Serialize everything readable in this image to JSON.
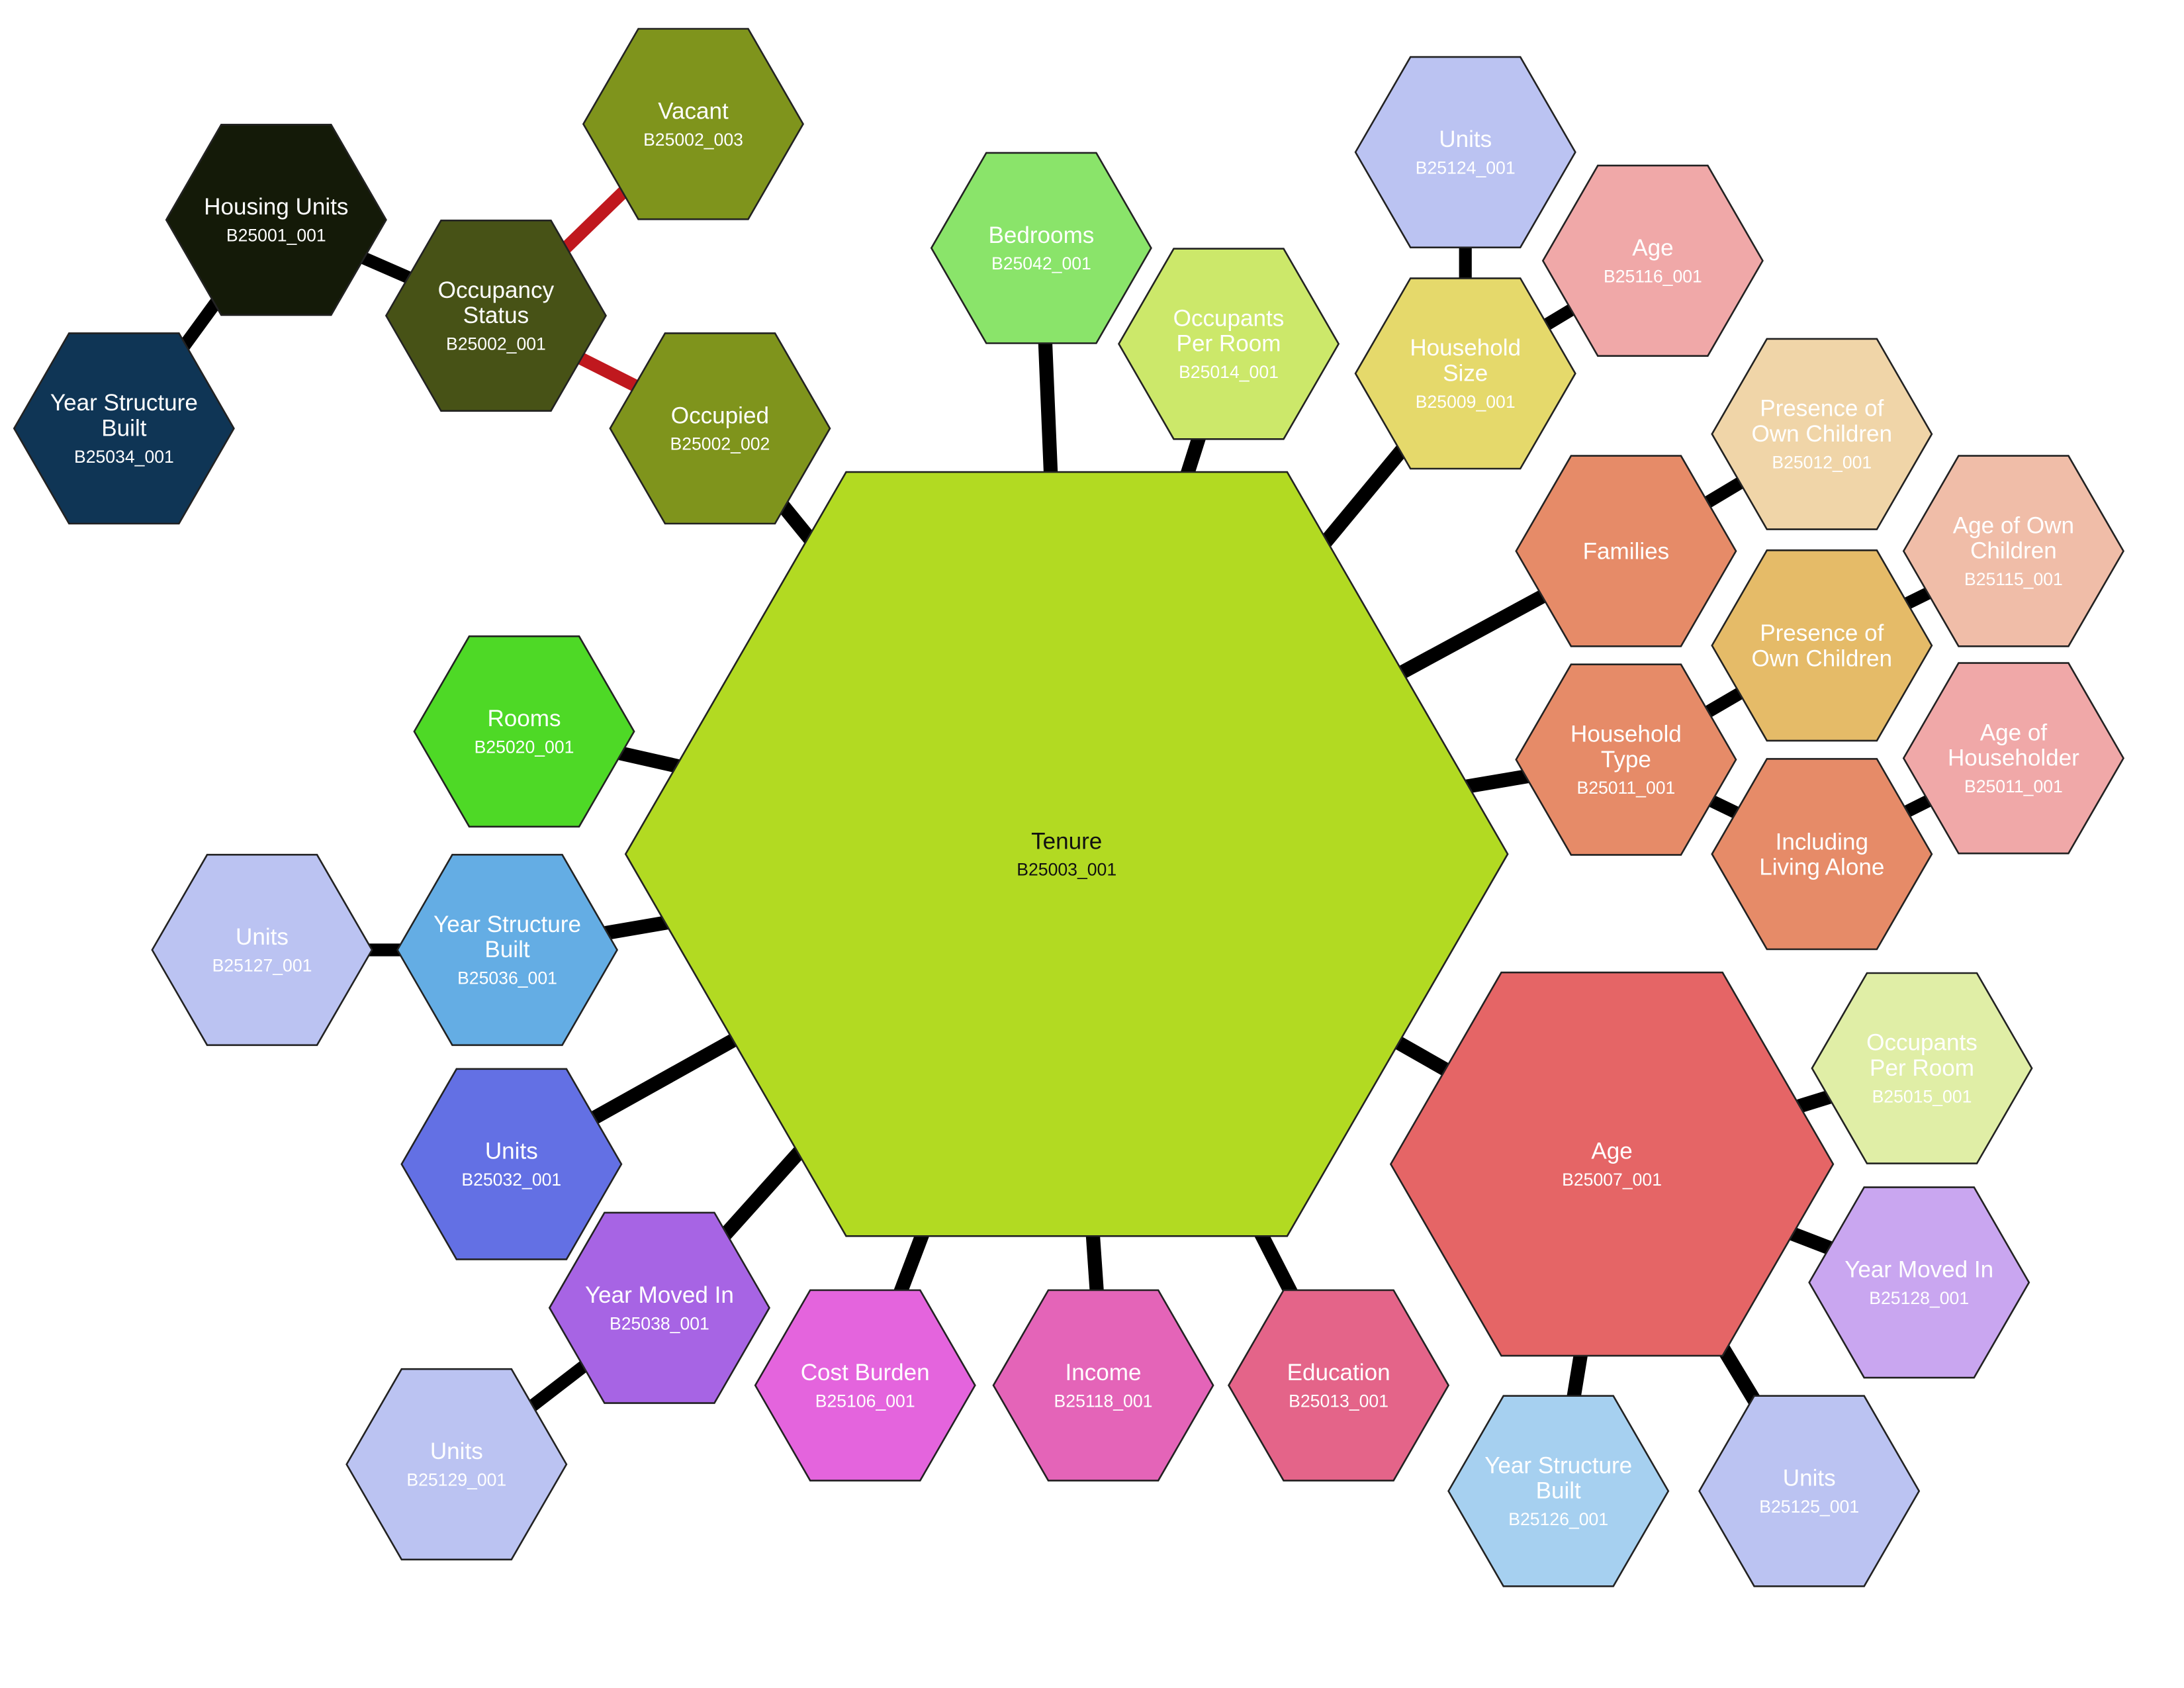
{
  "nodes": [
    {
      "id": "tenure",
      "lines": [
        "Tenure"
      ],
      "code": "B25003_001",
      "color": "#b2da22",
      "text_color": "#111111"
    },
    {
      "id": "housing-units",
      "lines": [
        "Housing Units"
      ],
      "code": "B25001_001",
      "color": "#141a08",
      "text_color": "#ffffff"
    },
    {
      "id": "occupancy-status",
      "lines": [
        "Occupancy",
        "Status"
      ],
      "code": "B25002_001",
      "color": "#475216",
      "text_color": "#ffffff"
    },
    {
      "id": "vacant",
      "lines": [
        "Vacant"
      ],
      "code": "B25002_003",
      "color": "#7f941c",
      "text_color": "#ffffff"
    },
    {
      "id": "occupied",
      "lines": [
        "Occupied"
      ],
      "code": "B25002_002",
      "color": "#7f941c",
      "text_color": "#ffffff"
    },
    {
      "id": "year-structure-built-b25034",
      "lines": [
        "Year Structure",
        "Built"
      ],
      "code": "B25034_001",
      "color": "#0f3555",
      "text_color": "#ffffff"
    },
    {
      "id": "bedrooms",
      "lines": [
        "Bedrooms"
      ],
      "code": "B25042_001",
      "color": "#8ae46a",
      "text_color": "#ffffff"
    },
    {
      "id": "occupants-per-room-b25014",
      "lines": [
        "Occupants",
        "Per Room"
      ],
      "code": "B25014_001",
      "color": "#cce86a",
      "text_color": "#ffffff"
    },
    {
      "id": "units-b25124",
      "lines": [
        "Units"
      ],
      "code": "B25124_001",
      "color": "#bbc3f2",
      "text_color": "#ffffff"
    },
    {
      "id": "age-b25116",
      "lines": [
        "Age"
      ],
      "code": "B25116_001",
      "color": "#f0a8a8",
      "text_color": "#ffffff"
    },
    {
      "id": "household-size",
      "lines": [
        "Household",
        "Size"
      ],
      "code": "B25009_001",
      "color": "#e5d96b",
      "text_color": "#ffffff"
    },
    {
      "id": "presence-own-children-b25012",
      "lines": [
        "Presence of",
        "Own Children"
      ],
      "code": "B25012_001",
      "color": "#f0d5a8",
      "text_color": "#ffffff"
    },
    {
      "id": "families",
      "lines": [
        "Families"
      ],
      "code": "",
      "color": "#e68b68",
      "text_color": "#ffffff"
    },
    {
      "id": "age-own-children",
      "lines": [
        "Age of Own",
        "Children"
      ],
      "code": "B25115_001",
      "color": "#f0bda8",
      "text_color": "#ffffff"
    },
    {
      "id": "presence-own-children",
      "lines": [
        "Presence of",
        "Own Children"
      ],
      "code": "",
      "color": "#e5bb68",
      "text_color": "#ffffff"
    },
    {
      "id": "household-type",
      "lines": [
        "Household",
        "Type"
      ],
      "code": "B25011_001",
      "color": "#e68b68",
      "text_color": "#ffffff"
    },
    {
      "id": "age-of-householder",
      "lines": [
        "Age of",
        "Householder"
      ],
      "code": "B25011_001",
      "color": "#f0a8a8",
      "text_color": "#ffffff"
    },
    {
      "id": "including-living-alone",
      "lines": [
        "Including",
        "Living Alone"
      ],
      "code": "",
      "color": "#e68b68",
      "text_color": "#ffffff"
    },
    {
      "id": "rooms",
      "lines": [
        "Rooms"
      ],
      "code": "B25020_001",
      "color": "#4ed926",
      "text_color": "#ffffff"
    },
    {
      "id": "units-b25127",
      "lines": [
        "Units"
      ],
      "code": "B25127_001",
      "color": "#bbc3f2",
      "text_color": "#ffffff"
    },
    {
      "id": "year-structure-built-b25036",
      "lines": [
        "Year Structure",
        "Built"
      ],
      "code": "B25036_001",
      "color": "#64ade4",
      "text_color": "#ffffff"
    },
    {
      "id": "units-b25032",
      "lines": [
        "Units"
      ],
      "code": "B25032_001",
      "color": "#6370e4",
      "text_color": "#ffffff"
    },
    {
      "id": "year-moved-in-b25038",
      "lines": [
        "Year Moved In"
      ],
      "code": "B25038_001",
      "color": "#a764e4",
      "text_color": "#ffffff"
    },
    {
      "id": "units-b25129",
      "lines": [
        "Units"
      ],
      "code": "B25129_001",
      "color": "#bbc3f2",
      "text_color": "#ffffff"
    },
    {
      "id": "cost-burden",
      "lines": [
        "Cost Burden"
      ],
      "code": "B25106_001",
      "color": "#e464dd",
      "text_color": "#ffffff"
    },
    {
      "id": "income",
      "lines": [
        "Income"
      ],
      "code": "B25118_001",
      "color": "#e464b8",
      "text_color": "#ffffff"
    },
    {
      "id": "education",
      "lines": [
        "Education"
      ],
      "code": "B25013_001",
      "color": "#e46489",
      "text_color": "#ffffff"
    },
    {
      "id": "age-b25007",
      "lines": [
        "Age"
      ],
      "code": "B25007_001",
      "color": "#e56566",
      "text_color": "#ffffff"
    },
    {
      "id": "occupants-per-room-b25015",
      "lines": [
        "Occupants",
        "Per Room"
      ],
      "code": "B25015_001",
      "color": "#e0eea6",
      "text_color": "#ffffff"
    },
    {
      "id": "year-moved-in-b25128",
      "lines": [
        "Year Moved In"
      ],
      "code": "B25128_001",
      "color": "#c9a6f0",
      "text_color": "#ffffff"
    },
    {
      "id": "year-structure-built-b25126",
      "lines": [
        "Year Structure",
        "Built"
      ],
      "code": "B25126_001",
      "color": "#a6d0f0",
      "text_color": "#ffffff"
    },
    {
      "id": "units-b25125",
      "lines": [
        "Units"
      ],
      "code": "B25125_001",
      "color": "#bbc3f2",
      "text_color": "#ffffff"
    }
  ],
  "edges": [
    {
      "from": "housing-units",
      "to": "occupancy-status",
      "color": "#000000"
    },
    {
      "from": "housing-units",
      "to": "year-structure-built-b25034",
      "color": "#000000"
    },
    {
      "from": "occupancy-status",
      "to": "vacant",
      "color": "#c0181e"
    },
    {
      "from": "occupancy-status",
      "to": "occupied",
      "color": "#c0181e"
    },
    {
      "from": "occupied",
      "to": "tenure",
      "color": "#000000"
    },
    {
      "from": "tenure",
      "to": "bedrooms",
      "color": "#000000"
    },
    {
      "from": "tenure",
      "to": "occupants-per-room-b25014",
      "color": "#000000"
    },
    {
      "from": "tenure",
      "to": "household-size",
      "color": "#000000"
    },
    {
      "from": "household-size",
      "to": "units-b25124",
      "color": "#000000"
    },
    {
      "from": "household-size",
      "to": "age-b25116",
      "color": "#000000"
    },
    {
      "from": "tenure",
      "to": "families",
      "color": "#000000"
    },
    {
      "from": "families",
      "to": "presence-own-children-b25012",
      "color": "#000000"
    },
    {
      "from": "tenure",
      "to": "household-type",
      "color": "#000000"
    },
    {
      "from": "household-type",
      "to": "presence-own-children",
      "color": "#000000"
    },
    {
      "from": "presence-own-children",
      "to": "age-own-children",
      "color": "#000000"
    },
    {
      "from": "household-type",
      "to": "including-living-alone",
      "color": "#000000"
    },
    {
      "from": "including-living-alone",
      "to": "age-of-householder",
      "color": "#000000"
    },
    {
      "from": "tenure",
      "to": "rooms",
      "color": "#000000"
    },
    {
      "from": "tenure",
      "to": "year-structure-built-b25036",
      "color": "#000000"
    },
    {
      "from": "year-structure-built-b25036",
      "to": "units-b25127",
      "color": "#000000"
    },
    {
      "from": "tenure",
      "to": "units-b25032",
      "color": "#000000"
    },
    {
      "from": "tenure",
      "to": "year-moved-in-b25038",
      "color": "#000000"
    },
    {
      "from": "year-moved-in-b25038",
      "to": "units-b25129",
      "color": "#000000"
    },
    {
      "from": "tenure",
      "to": "cost-burden",
      "color": "#000000"
    },
    {
      "from": "tenure",
      "to": "income",
      "color": "#000000"
    },
    {
      "from": "tenure",
      "to": "education",
      "color": "#000000"
    },
    {
      "from": "tenure",
      "to": "age-b25007",
      "color": "#000000"
    },
    {
      "from": "age-b25007",
      "to": "occupants-per-room-b25015",
      "color": "#000000"
    },
    {
      "from": "age-b25007",
      "to": "year-moved-in-b25128",
      "color": "#000000"
    },
    {
      "from": "age-b25007",
      "to": "year-structure-built-b25126",
      "color": "#000000"
    },
    {
      "from": "age-b25007",
      "to": "units-b25125",
      "color": "#000000"
    }
  ]
}
